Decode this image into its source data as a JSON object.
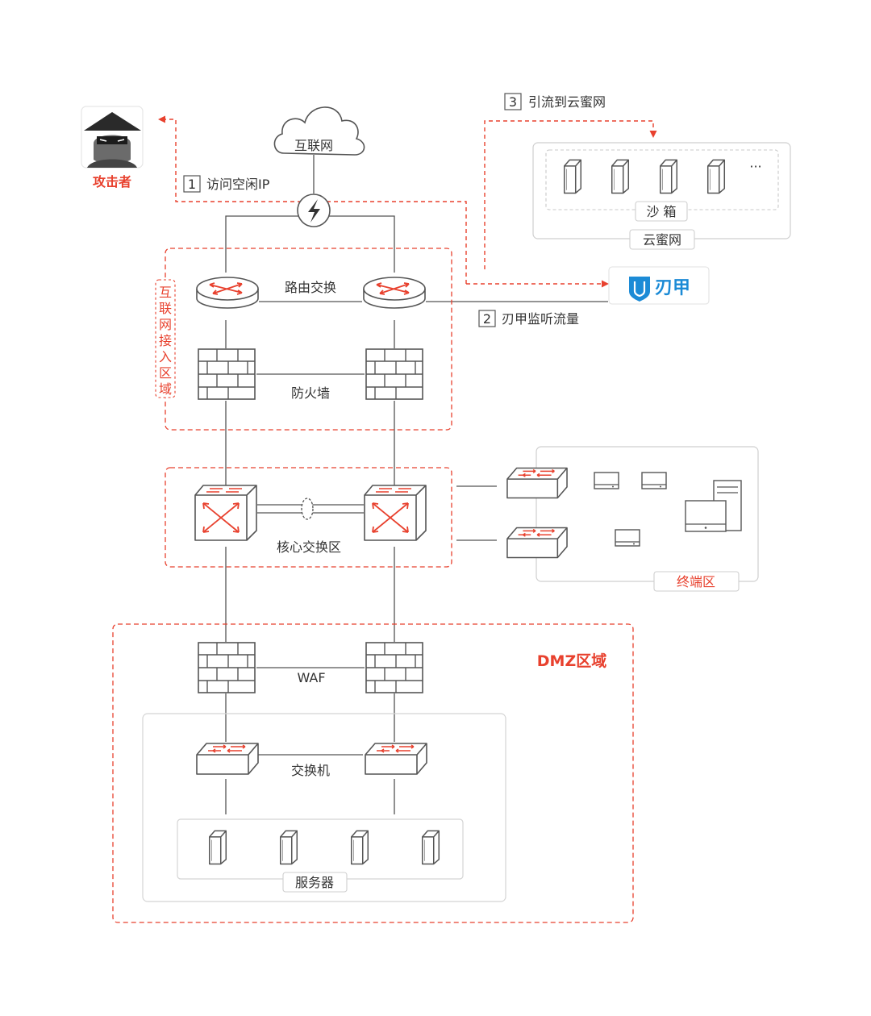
{
  "attacker": {
    "label": "攻击者"
  },
  "internet": {
    "label": "互联网"
  },
  "steps": [
    {
      "num": "1",
      "text": "访问空闲IP"
    },
    {
      "num": "2",
      "text": "刃甲监听流量"
    },
    {
      "num": "3",
      "text": "引流到云蜜网"
    }
  ],
  "honeynet": {
    "sandbox_label": "沙 箱",
    "title": "云蜜网",
    "ellipsis": "···"
  },
  "brand": {
    "name": "刃甲",
    "color": "#1c8bd6"
  },
  "access_zone": {
    "title_chars": [
      "互",
      "联",
      "网",
      "接",
      "入",
      "区",
      "域"
    ],
    "router_label": "路由交换",
    "firewall_label": "防火墙"
  },
  "core_zone": {
    "label": "核心交换区"
  },
  "terminal_zone": {
    "label": "终端区"
  },
  "dmz": {
    "title": "DMZ区域",
    "waf_label": "WAF",
    "switch_label": "交换机",
    "server_label": "服务器"
  },
  "colors": {
    "accent": "#e8412e",
    "line": "#555555",
    "border": "#cfcfcf",
    "brand": "#1c8bd6"
  }
}
